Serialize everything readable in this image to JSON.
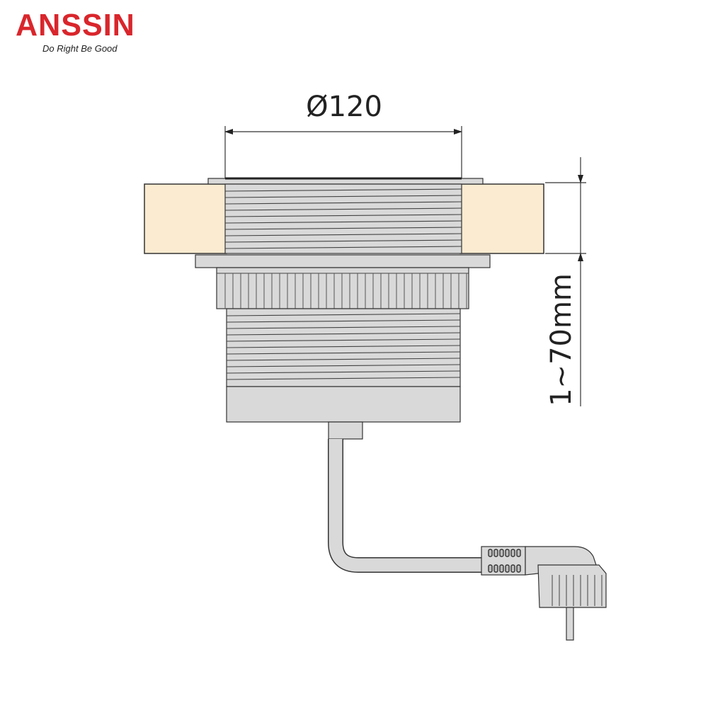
{
  "logo": {
    "brand": "ANSSIN",
    "slogan": "Do Right Be Good"
  },
  "dimensions": {
    "diameter_label": "Ø120",
    "depth_label": "1~70mm"
  },
  "colors": {
    "brand_red": "#d9262c",
    "tabletop": "#fbebd0",
    "body_grey": "#d9d9d9",
    "line": "#333333"
  }
}
